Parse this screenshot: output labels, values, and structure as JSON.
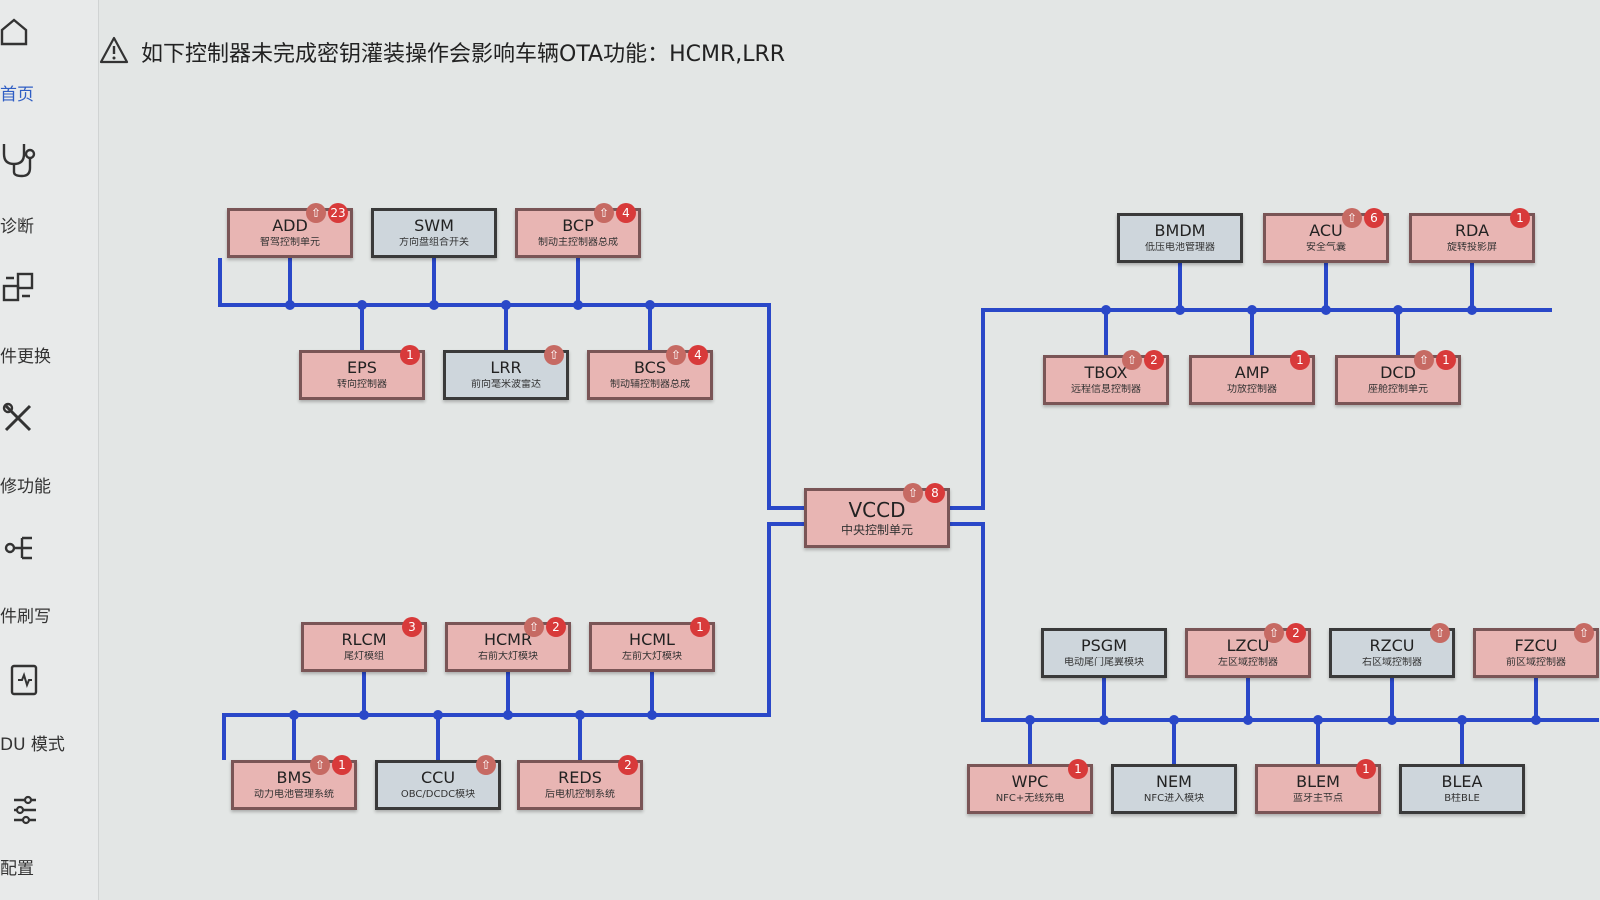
{
  "sidebar": {
    "items": [
      {
        "label": "首页",
        "icon": "home-icon",
        "active": true
      },
      {
        "label": "诊断",
        "icon": "stethoscope-icon"
      },
      {
        "label": "件更换",
        "icon": "parts-icon"
      },
      {
        "label": "修功能",
        "icon": "tools-icon"
      },
      {
        "label": "件刷写",
        "icon": "flash-icon"
      },
      {
        "label": "DU 模式",
        "icon": "clipboard-icon"
      },
      {
        "label": "配置",
        "icon": "sliders-icon"
      }
    ]
  },
  "warning": {
    "icon": "warning-icon",
    "text": "如下控制器未完成密钥灌装操作会影响车辆OTA功能：HCMR,LRR"
  },
  "colors": {
    "bus_line": "#2a48c8",
    "warn_node": "#e8b5b3",
    "normal_node": "#ced6dc",
    "badge": "#d83a3a"
  },
  "topology": {
    "center": {
      "name": "VCCD",
      "desc": "中央控制单元",
      "badge": "8",
      "upgrade": true,
      "status": "warn"
    },
    "groups": {
      "top_left": {
        "row1": [
          {
            "name": "ADD",
            "desc": "智驾控制单元",
            "badge": "23",
            "upgrade": true,
            "status": "warn"
          },
          {
            "name": "SWM",
            "desc": "方向盘组合开关",
            "badge": "",
            "upgrade": false,
            "status": "normal"
          },
          {
            "name": "BCP",
            "desc": "制动主控制器总成",
            "badge": "4",
            "upgrade": true,
            "status": "warn"
          }
        ],
        "row2": [
          {
            "name": "EPS",
            "desc": "转向控制器",
            "badge": "1",
            "upgrade": false,
            "status": "warn"
          },
          {
            "name": "LRR",
            "desc": "前向毫米波雷达",
            "badge": "",
            "upgrade": true,
            "status": "normal"
          },
          {
            "name": "BCS",
            "desc": "制动辅控制器总成",
            "badge": "4",
            "upgrade": true,
            "status": "warn"
          }
        ]
      },
      "top_right": {
        "row1": [
          {
            "name": "BMDM",
            "desc": "低压电池管理器",
            "badge": "",
            "upgrade": false,
            "status": "normal"
          },
          {
            "name": "ACU",
            "desc": "安全气囊",
            "badge": "6",
            "upgrade": true,
            "status": "warn"
          },
          {
            "name": "RDA",
            "desc": "旋转投影屏",
            "badge": "1",
            "upgrade": false,
            "status": "warn"
          }
        ],
        "row2": [
          {
            "name": "TBOX",
            "desc": "远程信息控制器",
            "badge": "2",
            "upgrade": true,
            "status": "warn"
          },
          {
            "name": "AMP",
            "desc": "功放控制器",
            "badge": "1",
            "upgrade": false,
            "status": "warn"
          },
          {
            "name": "DCD",
            "desc": "座舱控制单元",
            "badge": "1",
            "upgrade": true,
            "status": "warn"
          }
        ]
      },
      "bottom_left": {
        "row1": [
          {
            "name": "RLCM",
            "desc": "尾灯模组",
            "badge": "3",
            "upgrade": false,
            "status": "warn"
          },
          {
            "name": "HCMR",
            "desc": "右前大灯模块",
            "badge": "2",
            "upgrade": true,
            "status": "warn"
          },
          {
            "name": "HCML",
            "desc": "左前大灯模块",
            "badge": "1",
            "upgrade": false,
            "status": "warn"
          }
        ],
        "row2": [
          {
            "name": "BMS",
            "desc": "动力电池管理系统",
            "badge": "1",
            "upgrade": true,
            "status": "warn"
          },
          {
            "name": "CCU",
            "desc": "OBC/DCDC模块",
            "badge": "",
            "upgrade": true,
            "status": "normal"
          },
          {
            "name": "REDS",
            "desc": "后电机控制系统",
            "badge": "2",
            "upgrade": false,
            "status": "warn"
          }
        ]
      },
      "bottom_right": {
        "row1": [
          {
            "name": "PSGM",
            "desc": "电动尾门尾翼模块",
            "badge": "",
            "upgrade": false,
            "status": "normal"
          },
          {
            "name": "LZCU",
            "desc": "左区域控制器",
            "badge": "2",
            "upgrade": true,
            "status": "warn"
          },
          {
            "name": "RZCU",
            "desc": "右区域控制器",
            "badge": "",
            "upgrade": true,
            "status": "normal"
          },
          {
            "name": "FZCU",
            "desc": "前区域控制器",
            "badge": "",
            "upgrade": true,
            "status": "warn"
          }
        ],
        "row2": [
          {
            "name": "WPC",
            "desc": "NFC+无线充电",
            "badge": "1",
            "upgrade": false,
            "status": "warn"
          },
          {
            "name": "NEM",
            "desc": "NFC进入模块",
            "badge": "",
            "upgrade": false,
            "status": "normal"
          },
          {
            "name": "BLEM",
            "desc": "蓝牙主节点",
            "badge": "1",
            "upgrade": false,
            "status": "warn"
          },
          {
            "name": "BLEA",
            "desc": "B柱BLE",
            "badge": "",
            "upgrade": false,
            "status": "normal"
          }
        ]
      }
    }
  }
}
